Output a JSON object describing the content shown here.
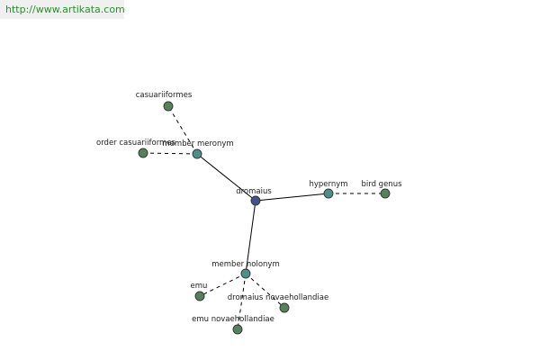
{
  "header": {
    "url": "http://www.artikata.com"
  },
  "graph": {
    "root": {
      "label": "dromaius"
    },
    "relations": [
      {
        "label": "member meronym",
        "targets": [
          "casuariiformes",
          "order casuariiformes"
        ]
      },
      {
        "label": "hypernym",
        "targets": [
          "bird genus"
        ]
      },
      {
        "label": "member holonym",
        "targets": [
          "emu",
          "dromaius novaehollandiae",
          "emu novaehollandiae"
        ]
      }
    ]
  },
  "colors": {
    "word_node": "#56815a",
    "relation_node": "#4e8f8a",
    "root_node": "#44528a",
    "url_text": "#2e8b2e"
  }
}
